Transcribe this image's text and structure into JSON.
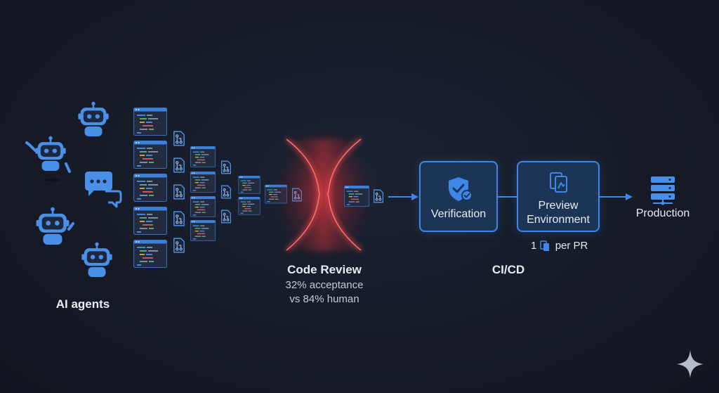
{
  "labels": {
    "ai_agents": "AI agents",
    "code_review_title": "Code Review",
    "code_review_line1": "32% acceptance",
    "code_review_line2": "vs 84% human",
    "cicd": "CI/CD",
    "verification": "Verification",
    "preview_line1": "Preview",
    "preview_line2": "Environment",
    "per_pr_prefix": "1",
    "per_pr_suffix": "per PR",
    "production": "Production"
  },
  "icons": {
    "agents": [
      "robot-icon",
      "robot-icon",
      "chat-bubbles-icon",
      "robot-icon",
      "robot-icon"
    ],
    "code": "code-window-icon",
    "pull_request": "pull-request-icon",
    "bottleneck": "hourglass-funnel-icon",
    "verification": "shield-check-icon",
    "preview": "device-copies-icon",
    "production": "server-stack-icon",
    "watermark": "sparkle-icon"
  },
  "colors": {
    "background": "#161b28",
    "accent_blue": "#3f87e6",
    "box_fill": "#1c3557",
    "bottleneck_red": "#ff4a4a",
    "text": "#e8ecf3"
  }
}
